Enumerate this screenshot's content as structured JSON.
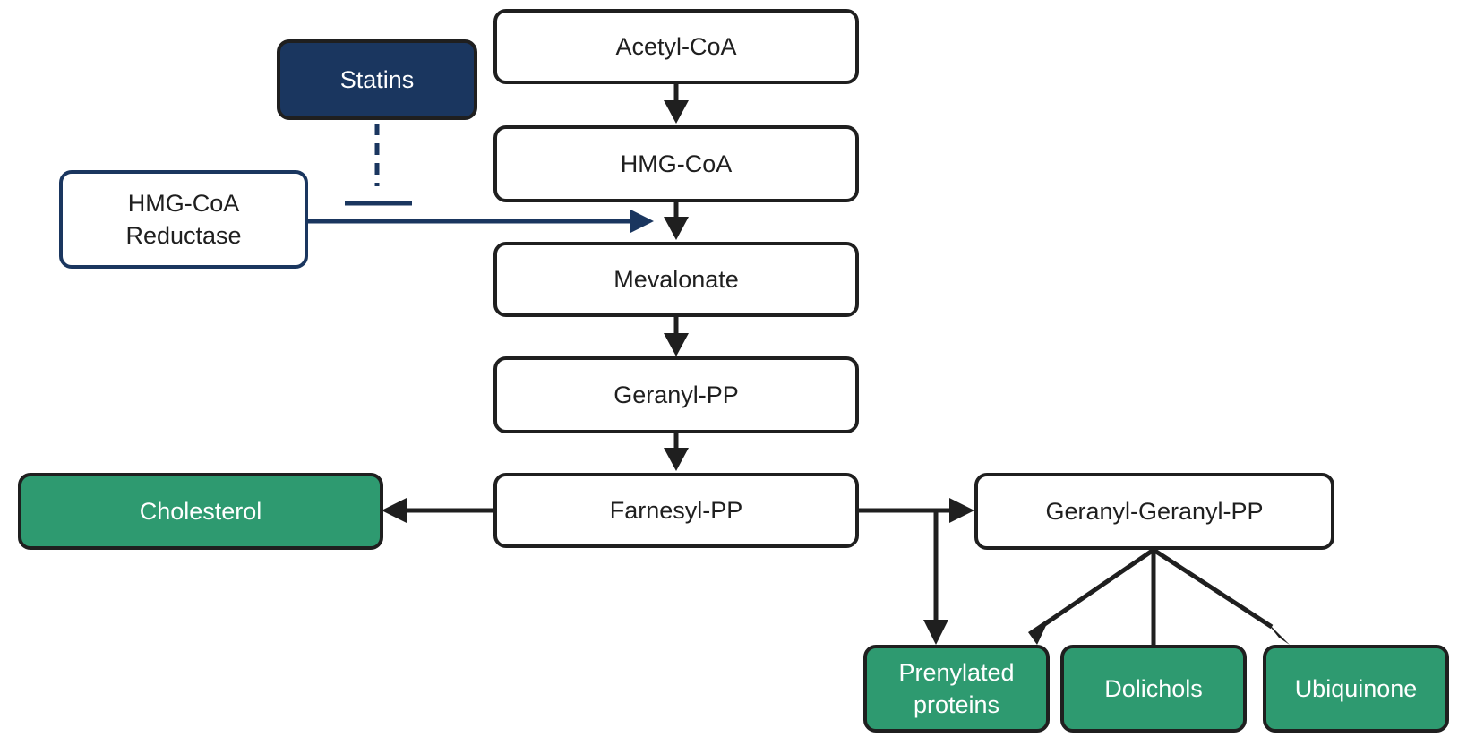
{
  "nodes": {
    "acetyl_coa": "Acetyl-CoA",
    "hmg_coa": "HMG-CoA",
    "mevalonate": "Mevalonate",
    "geranyl_pp": "Geranyl-PP",
    "farnesyl_pp": "Farnesyl-PP",
    "geranyl_geranyl_pp": "Geranyl-Geranyl-PP",
    "cholesterol": "Cholesterol",
    "prenylated_proteins": "Prenylated\nproteins",
    "dolichols": "Dolichols",
    "ubiquinone": "Ubiquinone",
    "statins": "Statins",
    "hmg_coa_reductase": "HMG-CoA\nReductase"
  },
  "colors": {
    "product_green": "#2e9a70",
    "statin_navy": "#1a365f",
    "line_dark": "#1f1f1f"
  }
}
